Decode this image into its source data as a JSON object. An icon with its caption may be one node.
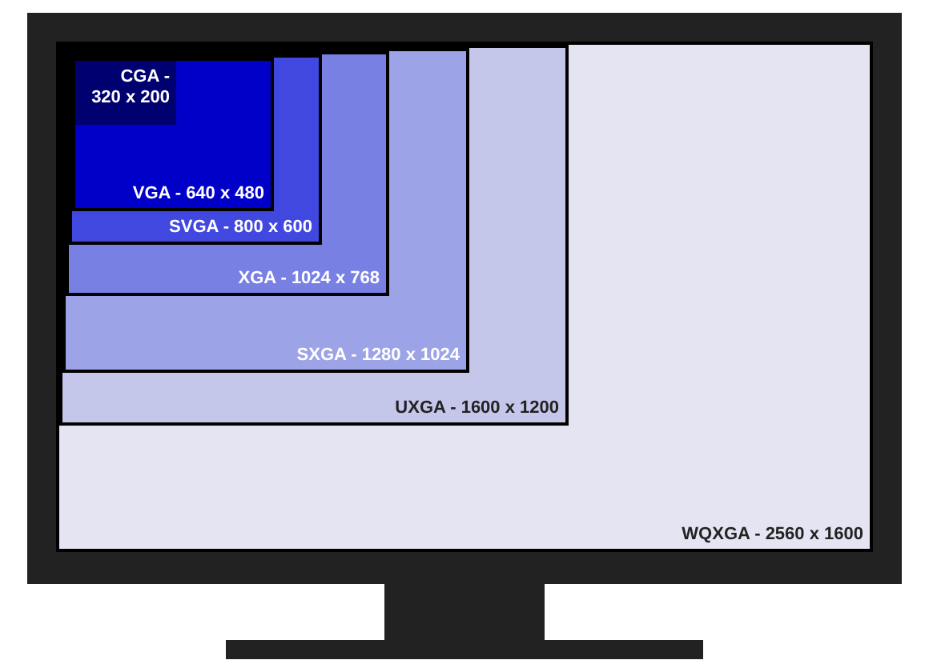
{
  "diagram": {
    "nodes": [
      {
        "text": [
          "WQXGA - 2560 x 1600"
        ]
      },
      {
        "text": [
          "UXGA - 1600 x 1200"
        ],
        "in": 0
      },
      {
        "text": [
          "SXGA - 1280 x 1024"
        ],
        "in": 1
      },
      {
        "text": [
          "XGA - 1024 x 768"
        ],
        "in": 2
      },
      {
        "text": [
          "SVGA - 800 x 600"
        ],
        "in": 3
      },
      {
        "text": [
          "VGA - 640 x 480"
        ],
        "in": 4
      },
      {
        "text": [
          "CGA - 320 x 200"
        ],
        "in": 5
      }
    ]
  }
}
